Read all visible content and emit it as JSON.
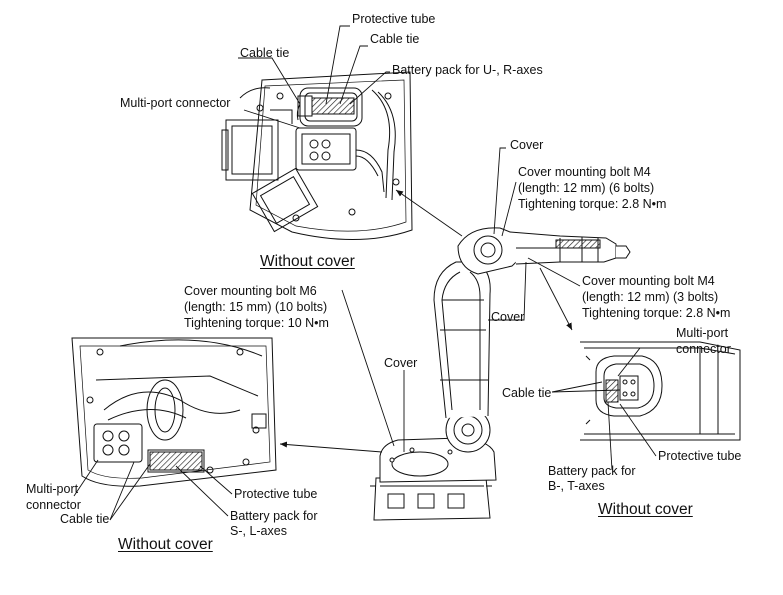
{
  "labels": {
    "protective_tube_top": "Protective tube",
    "cable_tie_top_right": "Cable tie",
    "cable_tie_top_left": "Cable tie",
    "battery_pack_ur": "Battery pack for U-, R-axes",
    "multiport_top": "Multi-port connector",
    "without_cover_top": "Without cover",
    "cover_top": "Cover",
    "bolt_m4_6_title": "Cover mounting bolt M4",
    "bolt_m4_6_length": "(length: 12 mm) (6 bolts)",
    "bolt_m4_6_torque": "Tightening torque: 2.8 N•m",
    "bolt_m4_3_title": "Cover mounting bolt M4",
    "bolt_m4_3_length": "(length: 12 mm) (3 bolts)",
    "bolt_m4_3_torque": "Tightening torque: 2.8 N•m",
    "cover_right": "Cover",
    "multiport_right_1": "Multi-port",
    "multiport_right_2": "connector",
    "cable_tie_right": "Cable tie",
    "protective_tube_right": "Protective tube",
    "battery_pack_bt_1": "Battery pack for",
    "battery_pack_bt_2": "B-, T-axes",
    "without_cover_right": "Without cover",
    "bolt_m6_title": "Cover mounting bolt M6",
    "bolt_m6_length": "(length: 15 mm) (10 bolts)",
    "bolt_m6_torque": "Tightening torque: 10 N•m",
    "cover_mid": "Cover",
    "multiport_left_1": "Multi-port",
    "multiport_left_2": "connector",
    "cable_tie_left": "Cable tie",
    "protective_tube_left": "Protective tube",
    "battery_pack_sl_1": "Battery pack for",
    "battery_pack_sl_2": "S-, L-axes",
    "without_cover_left": "Without cover"
  }
}
